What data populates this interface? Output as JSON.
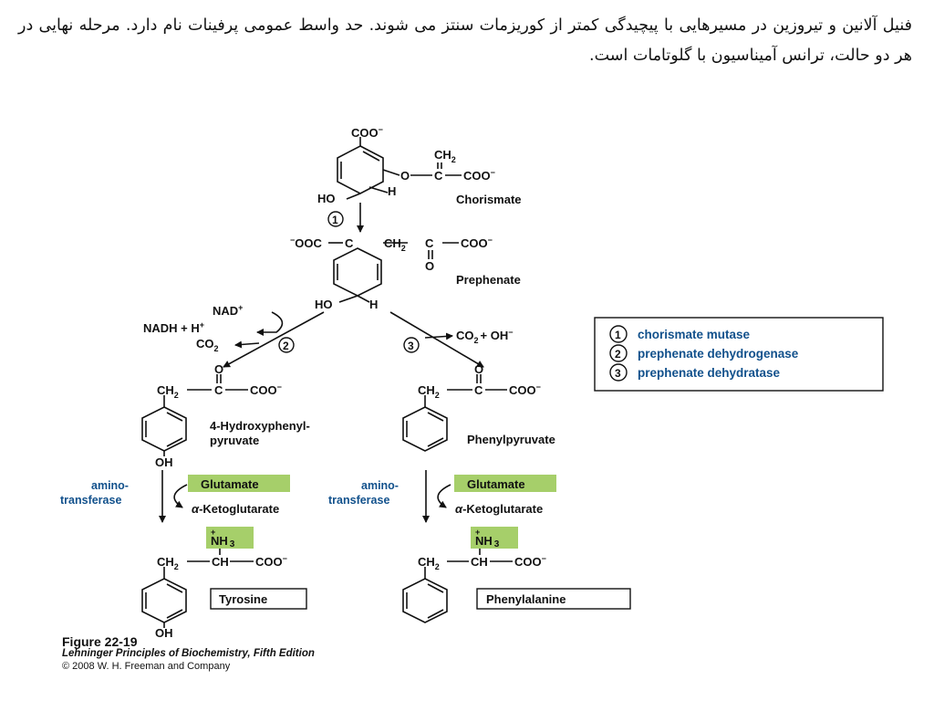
{
  "paragraph": "فنیل آلانین و تیروزین در مسیرهایی با پیچیدگی کمتر از کوریزمات سنتز می شوند. حد واسط عمومی پرفینات نام دارد. مرحله نهایی در هر دو حالت، ترانس آمیناسیون با گلوتامات است.",
  "compounds": {
    "chorismate": "Chorismate",
    "prephenate": "Prephenate",
    "hydroxyphenylpyruvate_line1": "4-Hydroxyphenyl-",
    "hydroxyphenylpyruvate_line2": "pyruvate",
    "phenylpyruvate": "Phenylpyruvate",
    "tyrosine": "Tyrosine",
    "phenylalanine": "Phenylalanine"
  },
  "groups": {
    "coo": "COO",
    "ch2": "CH",
    "o": "O",
    "c": "C",
    "h": "H",
    "ho": "HO",
    "oh": "OH",
    "ooc": "OOC",
    "nh3": "NH",
    "ch": "CH",
    "sub2": "2",
    "sub3": "3",
    "minus": "−",
    "plus": "+"
  },
  "cofactors": {
    "nad": "NAD",
    "nadh": "NADH  +  H",
    "co2_left": "CO",
    "co2_oh": "CO",
    "co2_oh_rest": "+  OH",
    "glutamate": "Glutamate",
    "ketoglutarate": "-Ketoglutarate",
    "alpha": "α",
    "aminotransferase_line1": "amino-",
    "aminotransferase_line2": "transferase"
  },
  "steps": {
    "s1": "1",
    "s2": "2",
    "s3": "3"
  },
  "legend": {
    "items": [
      {
        "num": "1",
        "label": "chorismate mutase"
      },
      {
        "num": "2",
        "label": "prephenate dehydrogenase"
      },
      {
        "num": "3",
        "label": "prephenate dehydratase"
      }
    ]
  },
  "caption": {
    "figure": "Figure 22-19",
    "book": "Lehninger Principles of Biochemistry, Fifth Edition",
    "copyright": "© 2008 W. H. Freeman and Company"
  },
  "colors": {
    "highlight": "#a6cf6a",
    "legend_text": "#12518c",
    "ink": "#111111"
  }
}
